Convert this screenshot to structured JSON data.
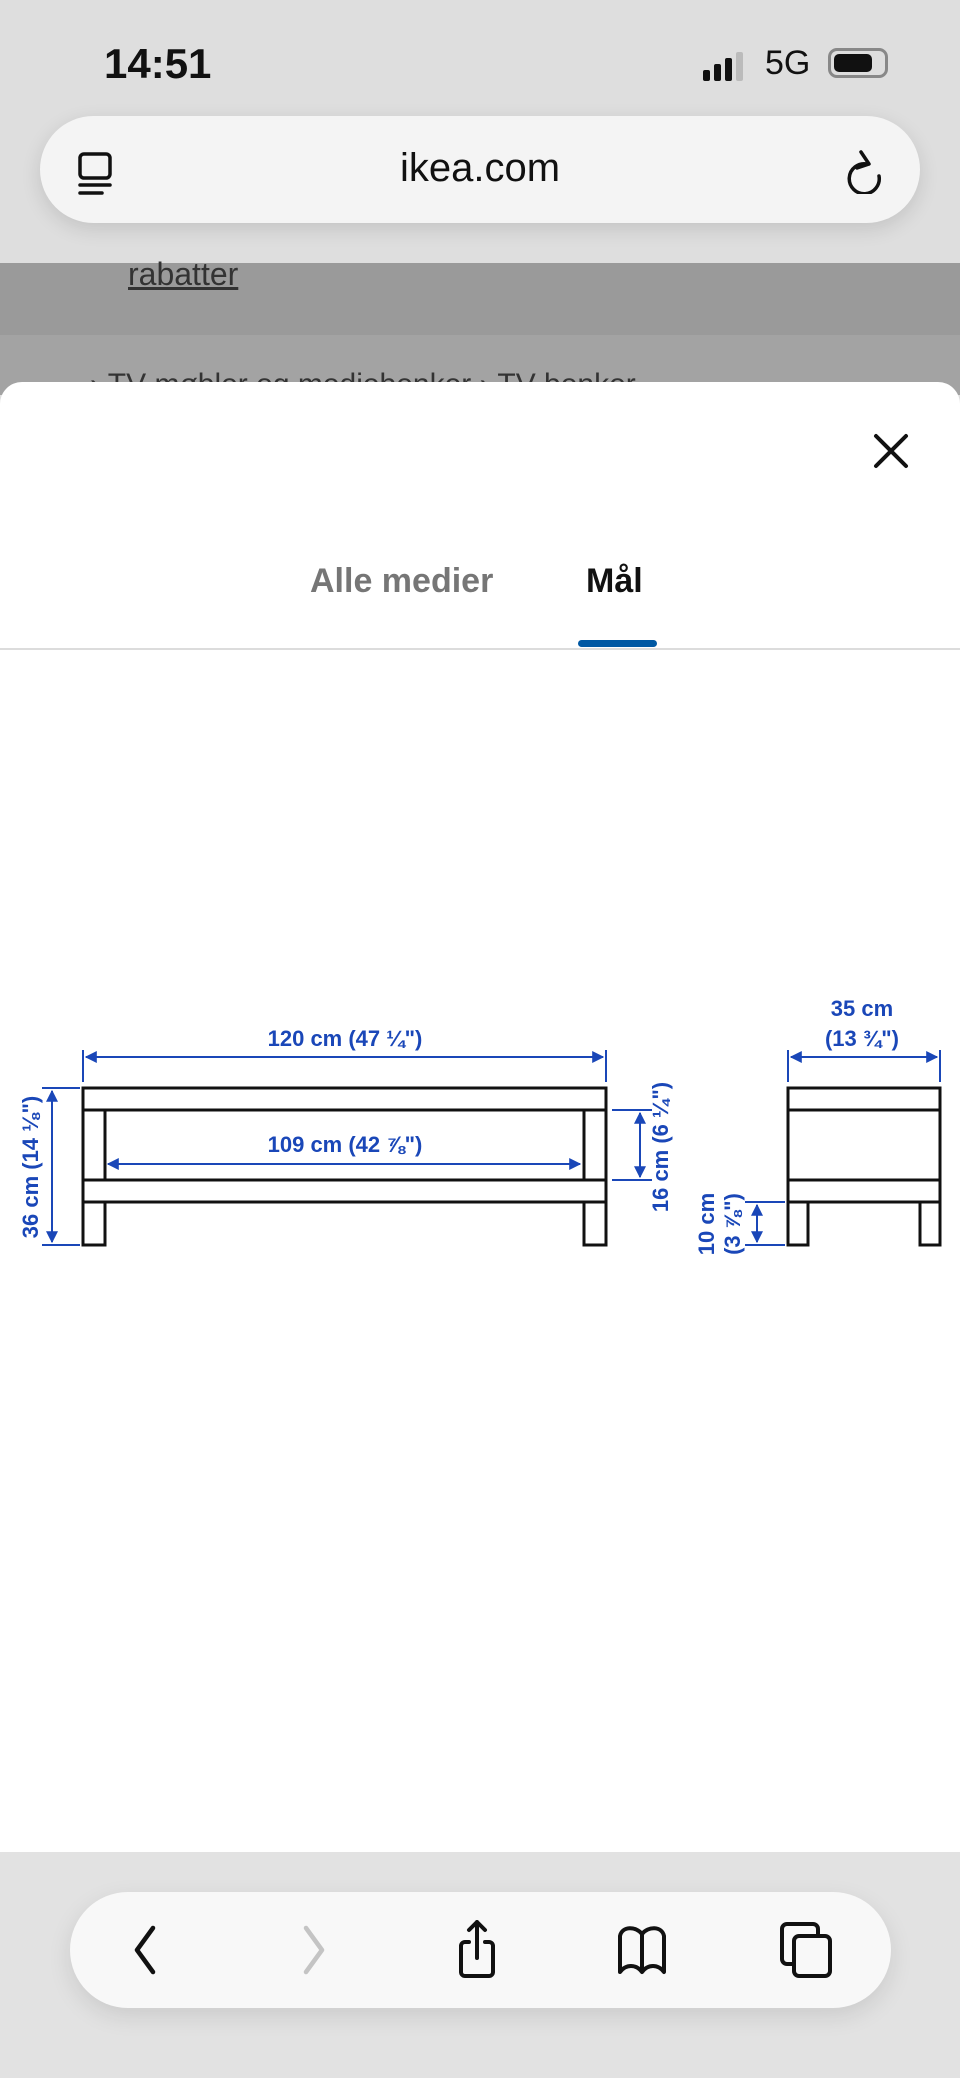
{
  "status_bar": {
    "time": "14:51",
    "network": "5G",
    "signal_bars": 3,
    "battery_level": 0.8
  },
  "browser": {
    "url": "ikea.com"
  },
  "background_page": {
    "link": "rabatter",
    "breadcrumb": "› TV-møbler og mediebenker › TV-benker"
  },
  "modal": {
    "tabs": [
      {
        "label": "Alle medier",
        "active": false
      },
      {
        "label": "Mål",
        "active": true
      }
    ],
    "accent_color": "#0058a3"
  },
  "dimensions": {
    "width": "120 cm (47 ¼\")",
    "inner_width": "109 cm (42 ⅞\")",
    "height": "36 cm (14 ⅛\")",
    "shelf_gap": "16 cm (6 ¼\")",
    "depth_cm": "35 cm",
    "depth_in": "(13 ¾\")",
    "leg_height_cm": "10 cm",
    "leg_height_in": "(3 ⅞\")",
    "label_color": "#1a47b8"
  },
  "toolbar": {
    "icons": [
      "back-icon",
      "forward-icon",
      "share-icon",
      "bookmarks-icon",
      "tabs-icon"
    ]
  }
}
